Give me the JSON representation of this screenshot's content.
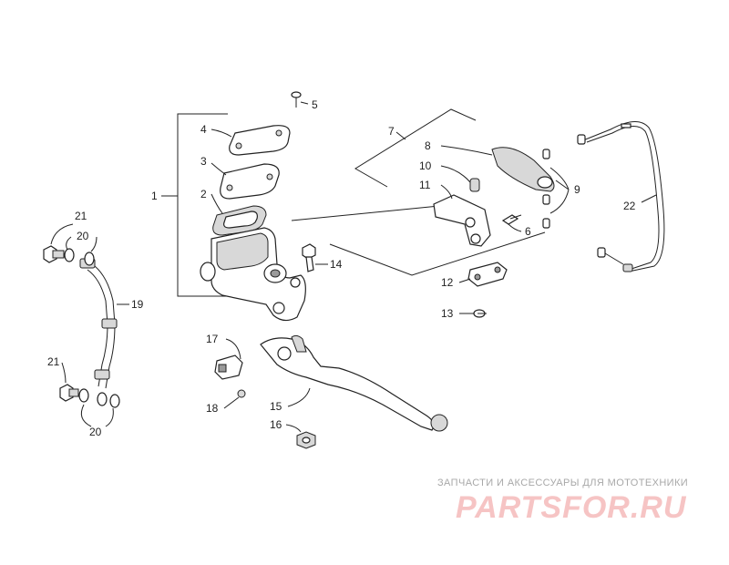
{
  "labels": {
    "p1": "1",
    "p2": "2",
    "p3": "3",
    "p4": "4",
    "p5": "5",
    "p6": "6",
    "p7": "7",
    "p8": "8",
    "p9": "9",
    "p10": "10",
    "p11": "11",
    "p12": "12",
    "p13": "13",
    "p14": "14",
    "p15": "15",
    "p16": "16",
    "p17": "17",
    "p18": "18",
    "p19": "19",
    "p20a": "20",
    "p20b": "20",
    "p21a": "21",
    "p21b": "21",
    "p22": "22"
  },
  "watermark": {
    "tagline": "ЗАПЧАСТИ И АКСЕССУАРЫ ДЛЯ МОТОТЕХНИКИ",
    "logo": "PARTSFOR.RU"
  },
  "colors": {
    "line": "#222222",
    "shade": "#d8d8d8",
    "watermark_text": "#a8a8a8",
    "watermark_logo": "#f6c4c4"
  }
}
